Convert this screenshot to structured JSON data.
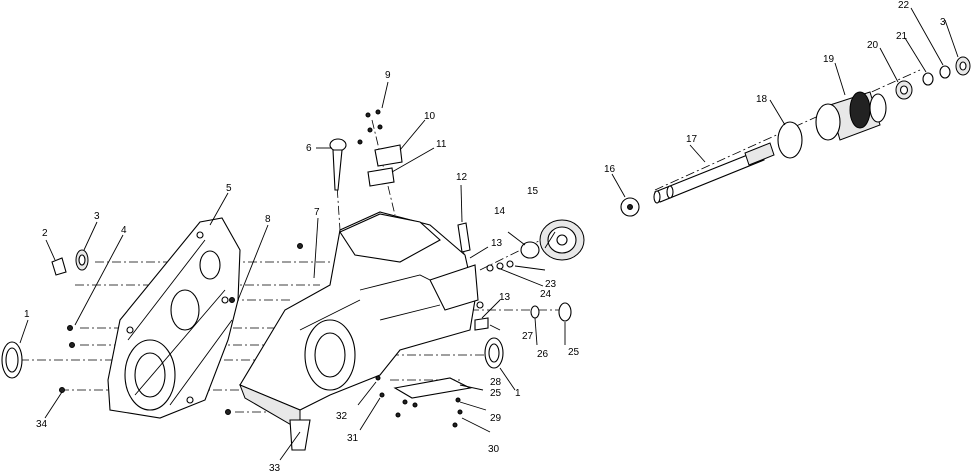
{
  "diagram": {
    "callouts": [
      "1",
      "2",
      "3",
      "4",
      "5",
      "6",
      "7",
      "8",
      "9",
      "10",
      "11",
      "12",
      "13",
      "13",
      "14",
      "15",
      "16",
      "17",
      "18",
      "19",
      "20",
      "21",
      "22",
      "3",
      "23",
      "24",
      "25",
      "25",
      "26",
      "27",
      "28",
      "29",
      "30",
      "31",
      "32",
      "33",
      "34",
      "1"
    ]
  }
}
